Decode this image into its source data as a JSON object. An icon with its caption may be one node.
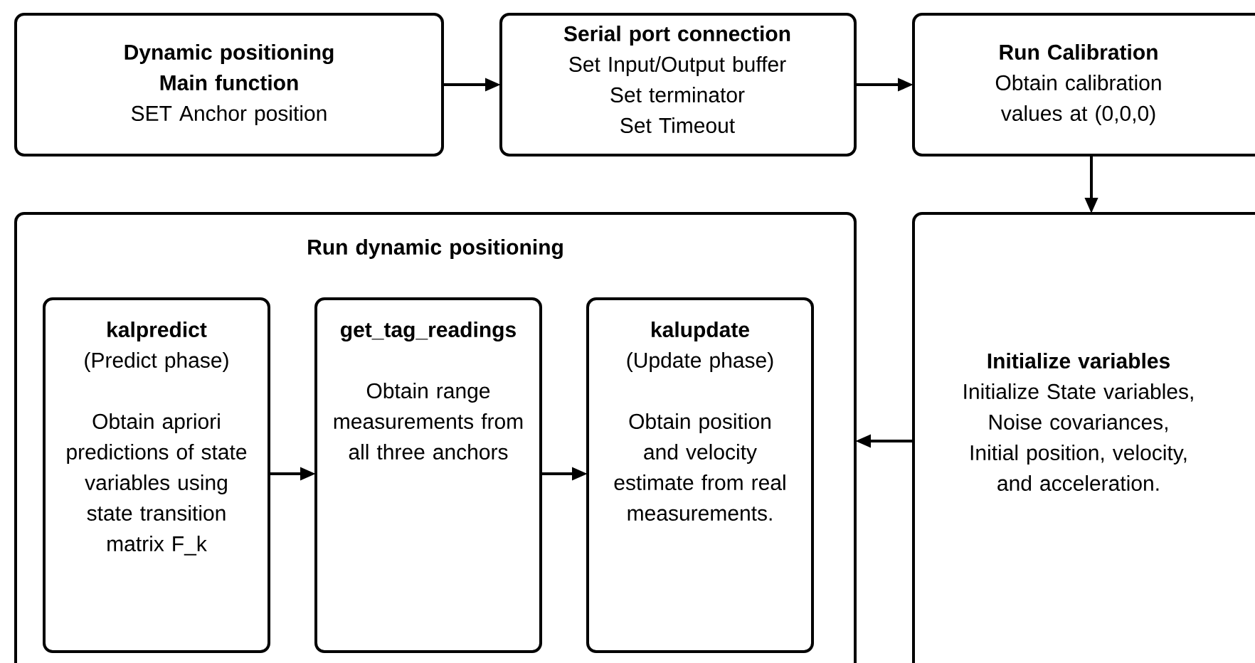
{
  "diagram": {
    "nodes": [
      {
        "text": [
          "Dynamic positioning Main function",
          "SET Anchor position"
        ]
      },
      {
        "text": [
          "Serial port connection",
          "Set Input/Output buffer",
          "Set terminator",
          "Set Timeout"
        ]
      },
      {
        "text": [
          "Run Calibration",
          "Obtain calibration values at (0,0,0)"
        ]
      },
      {
        "text": [
          "Run dynamic positioning"
        ]
      },
      {
        "text": [
          "kalpredict",
          "(Predict phase)",
          "Obtain apriori predictions of state variables using state transition matrix F_k"
        ],
        "in": 3
      },
      {
        "text": [
          "get_tag_readings",
          "Obtain range measurements from all three anchors"
        ],
        "in": 3
      },
      {
        "text": [
          "kalupdate",
          "(Update phase)",
          "Obtain position and velocity estimate from real measurements."
        ],
        "in": 3
      },
      {
        "text": [
          "Initialize variables",
          "Initialize State variables, Noise covariances, Initial position, velocity, and acceleration."
        ]
      }
    ],
    "edges": [
      {
        "from": 0,
        "to": 1,
        "arrow": "to"
      },
      {
        "from": 1,
        "to": 2,
        "arrow": "to"
      },
      {
        "from": 2,
        "to": 7,
        "arrow": "to"
      },
      {
        "from": 7,
        "to": 3,
        "arrow": "to"
      },
      {
        "from": 4,
        "to": 5,
        "arrow": "to"
      },
      {
        "from": 5,
        "to": 6,
        "arrow": "to"
      }
    ]
  }
}
